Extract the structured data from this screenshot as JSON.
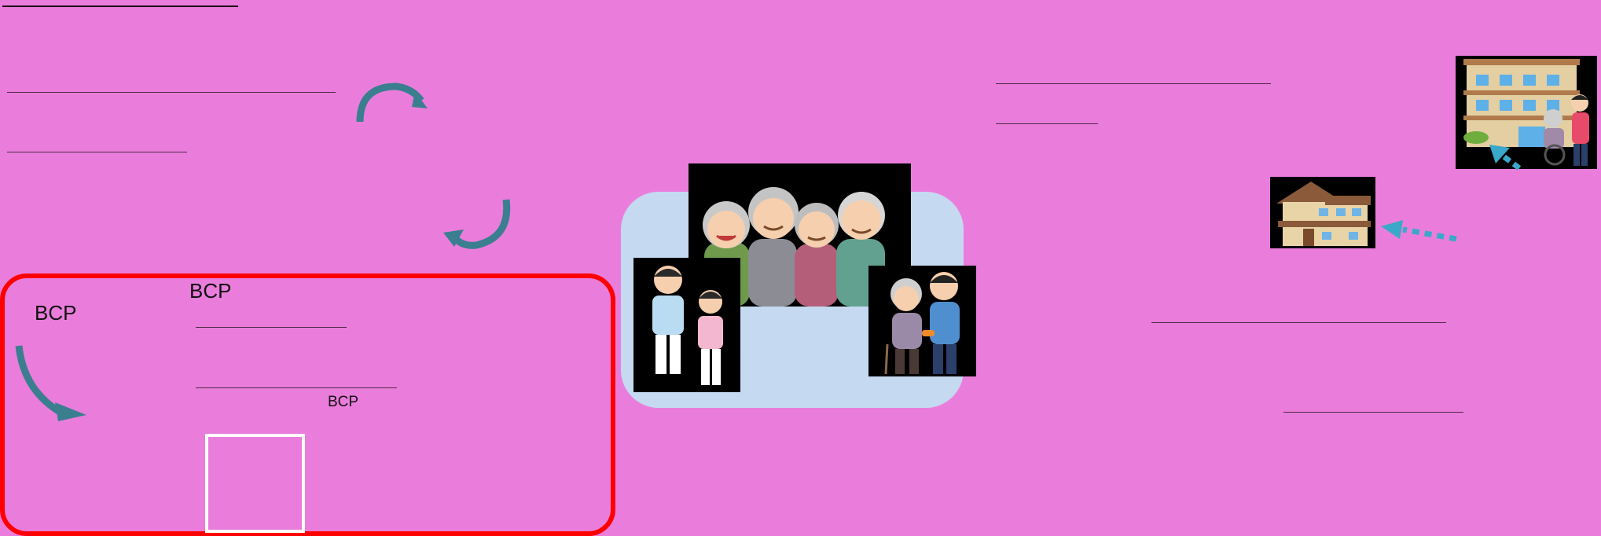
{
  "bcp_labels": {
    "frame_left": "BCP",
    "frame_top": "BCP",
    "frame_small": "BCP"
  },
  "colors": {
    "background": "#ea7ddb",
    "frame_border": "#ff0000",
    "arrow_teal": "#3a7e8f",
    "dotted_arrow": "#3aa8c8",
    "blob": "#c5d9f1",
    "checkbox_border": "#ffffff"
  },
  "icons": {
    "curved_arrows": "curved-arrow-icon",
    "residents_group": "elderly-group-illustration",
    "caregivers": "caregiver-staff-illustration",
    "helper": "walking-assistance-illustration",
    "house": "house-illustration",
    "facility": "care-facility-illustration",
    "dotted_arrows": "dotted-arrow-icon",
    "checkbox": "checkbox-square"
  }
}
